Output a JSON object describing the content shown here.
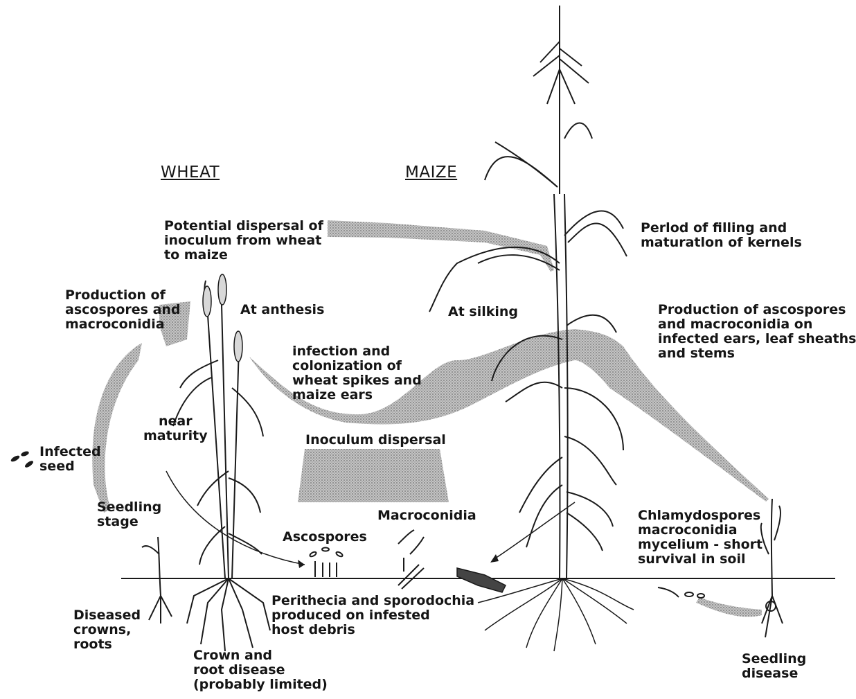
{
  "colors": {
    "ink": "#1a1a1a",
    "stipple": "#9a9a9a",
    "background": "#ffffff"
  },
  "headers": {
    "wheat": "WHEAT",
    "maize": "MAIZE"
  },
  "labels": {
    "potential_dispersal": "Potential dispersal of\ninoculum from wheat\nto maize",
    "filling": "Perlod of filling and\nmaturatlon of kernels",
    "ascospores_wheat": "Production of\nascospores and\nmacroconidia",
    "anthesis": "At anthesis",
    "silking": "At silking",
    "ascospores_maize": "Production of ascospores\nand macroconidia on\ninfected ears, leaf sheaths\nand stems",
    "infection": "infection and\ncolonization of\nwheat spikes and\nmaize ears",
    "near_maturity": "near\nmaturity",
    "inoculum_dispersal": "Inoculum dispersal",
    "infected_seed": "Infected\nseed",
    "seedling_stage": "Seedling\nstage",
    "macroconidia": "Macroconidia",
    "ascospores": "Ascospores",
    "chlamydospores": "Chlamydospores\nmacroconidia\nmycelium - short\nsurvival in soil",
    "perithecia": "Perithecia and sporodochia\nproduced on infested\nhost debris",
    "diseased_crowns": "Diseased\ncrowns,\nroots",
    "crown_root": "Crown and\nroot disease\n(probably limited)",
    "seedling_disease": "Seedling\ndisease"
  }
}
